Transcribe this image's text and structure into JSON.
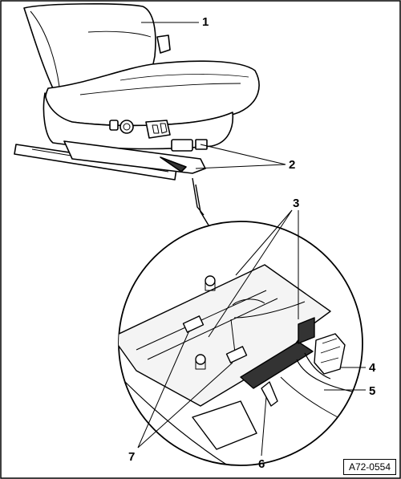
{
  "callouts": {
    "c1": "1",
    "c2": "2",
    "c3": "3",
    "c4": "4",
    "c5": "5",
    "c6": "6",
    "c7": "7"
  },
  "reference_code": "A72-0554",
  "colors": {
    "line": "#000000",
    "seat_fill": "#ffffff",
    "plate_fill": "#f2f2f2",
    "dark_part": "#333333",
    "background": "#ffffff"
  }
}
